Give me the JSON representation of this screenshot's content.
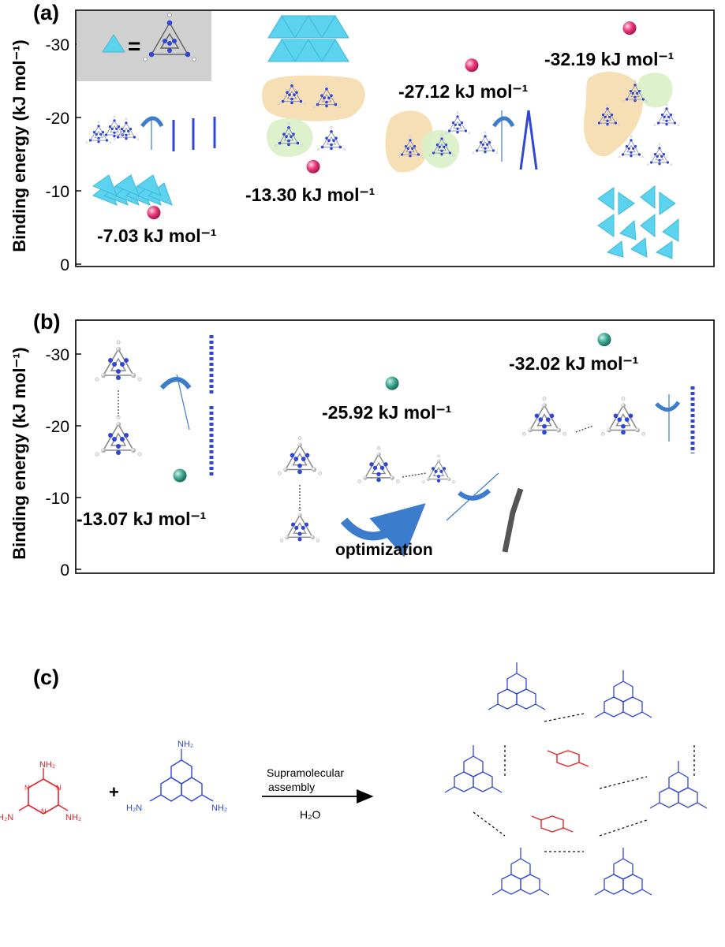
{
  "panels": {
    "a": {
      "label": "(a)"
    },
    "b": {
      "label": "(b)"
    },
    "c": {
      "label": "(c)"
    }
  },
  "legend_a": {
    "equals": "="
  },
  "annotations": {
    "optimization": "optimization"
  },
  "reaction": {
    "arrow_top_1": "Supramolecular",
    "arrow_top_2": "assembly",
    "arrow_bottom": "H₂O",
    "plus": "+"
  },
  "colors": {
    "point_a": "#e8387a",
    "point_b": "#3fa893",
    "triangle": "#5bd3ee",
    "highlight_orange": "#f6d9a8",
    "highlight_green": "#d8f0c6",
    "molecule_blue": "#2f46d6",
    "molecule_red": "#e8222c",
    "legend_box": "#d0d0d0"
  },
  "chart_data": [
    {
      "type": "scatter",
      "panel": "(a)",
      "ylabel": "Binding energy (kJ mol⁻¹)",
      "xlabel": "",
      "ylim": [
        0,
        -35
      ],
      "yticks": [
        "0",
        "-10",
        "-20",
        "-30"
      ],
      "points": [
        {
          "label": "-7.03 kJ mol⁻¹",
          "value": -7.03
        },
        {
          "label": "-13.30 kJ mol⁻¹",
          "value": -13.3
        },
        {
          "label": "-27.12 kJ mol⁻¹",
          "value": -27.12
        },
        {
          "label": "-32.19 kJ mol⁻¹",
          "value": -32.19
        }
      ]
    },
    {
      "type": "scatter",
      "panel": "(b)",
      "ylabel": "Binding energy (kJ mol⁻¹)",
      "xlabel": "",
      "ylim": [
        0,
        -35
      ],
      "yticks": [
        "0",
        "-10",
        "-20",
        "-30"
      ],
      "points": [
        {
          "label": "-13.07 kJ mol⁻¹",
          "value": -13.07
        },
        {
          "label": "-25.92 kJ mol⁻¹",
          "value": -25.92
        },
        {
          "label": "-32.02 kJ mol⁻¹",
          "value": -32.02
        }
      ]
    }
  ]
}
